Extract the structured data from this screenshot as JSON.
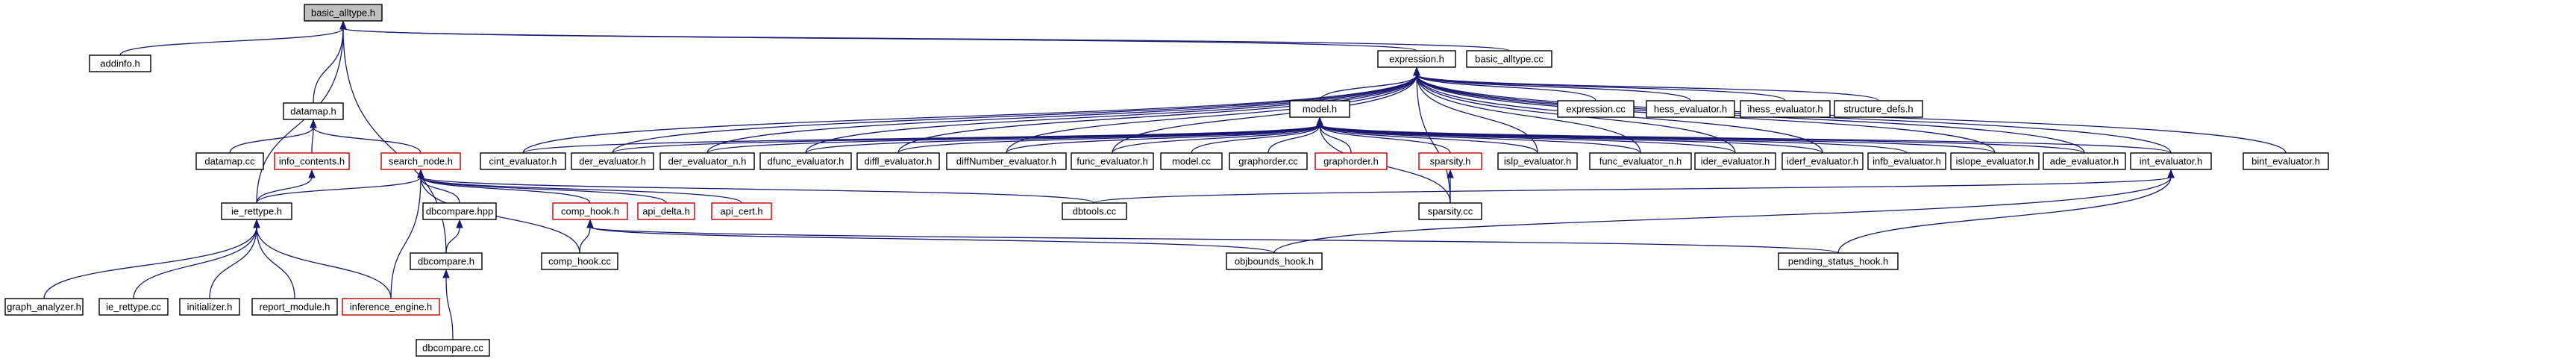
{
  "graph": {
    "colors": {
      "edge": "#191970",
      "node_border": "#000000",
      "node_border_missing": "#bf0000",
      "root_fill": "#bfbfbf"
    },
    "nodes": [
      {
        "id": "basic_alltype_h",
        "label": "basic_alltype.h",
        "style": "root"
      },
      {
        "id": "addinfo_h",
        "label": "addinfo.h"
      },
      {
        "id": "expression_h",
        "label": "expression.h"
      },
      {
        "id": "basic_alltype_cc",
        "label": "basic_alltype.cc"
      },
      {
        "id": "datamap_h",
        "label": "datamap.h"
      },
      {
        "id": "model_h",
        "label": "model.h"
      },
      {
        "id": "expression_cc",
        "label": "expression.cc"
      },
      {
        "id": "hess_evaluator_h",
        "label": "hess_evaluator.h"
      },
      {
        "id": "ihess_evaluator_h",
        "label": "ihess_evaluator.h"
      },
      {
        "id": "structure_defs_h",
        "label": "structure_defs.h"
      },
      {
        "id": "datamap_cc",
        "label": "datamap.cc"
      },
      {
        "id": "info_contents_h",
        "label": "info_contents.h",
        "style": "red"
      },
      {
        "id": "search_node_h",
        "label": "search_node.h",
        "style": "red"
      },
      {
        "id": "cint_evaluator_h",
        "label": "cint_evaluator.h"
      },
      {
        "id": "der_evaluator_h",
        "label": "der_evaluator.h"
      },
      {
        "id": "der_evaluator_n_h",
        "label": "der_evaluator_n.h"
      },
      {
        "id": "dfunc_evaluator_h",
        "label": "dfunc_evaluator.h"
      },
      {
        "id": "diffl_evaluator_h",
        "label": "diffl_evaluator.h"
      },
      {
        "id": "diffNumber_evaluator_h",
        "label": "diffNumber_evaluator.h"
      },
      {
        "id": "func_evaluator_h",
        "label": "func_evaluator.h"
      },
      {
        "id": "model_cc",
        "label": "model.cc"
      },
      {
        "id": "graphorder_cc",
        "label": "graphorder.cc"
      },
      {
        "id": "graphorder_h",
        "label": "graphorder.h",
        "style": "red"
      },
      {
        "id": "sparsity_h",
        "label": "sparsity.h",
        "style": "red"
      },
      {
        "id": "islp_evaluator_h",
        "label": "islp_evaluator.h"
      },
      {
        "id": "func_evaluator_n_h",
        "label": "func_evaluator_n.h"
      },
      {
        "id": "ider_evaluator_h",
        "label": "ider_evaluator.h"
      },
      {
        "id": "iderf_evaluator_h",
        "label": "iderf_evaluator.h"
      },
      {
        "id": "infb_evaluator_h",
        "label": "infb_evaluator.h"
      },
      {
        "id": "islope_evaluator_h",
        "label": "islope_evaluator.h"
      },
      {
        "id": "ade_evaluator_h",
        "label": "ade_evaluator.h"
      },
      {
        "id": "int_evaluator_h",
        "label": "int_evaluator.h"
      },
      {
        "id": "bint_evaluator_h",
        "label": "bint_evaluator.h"
      },
      {
        "id": "dbcompare_hpp",
        "label": "dbcompare.hpp"
      },
      {
        "id": "comp_hook_h",
        "label": "comp_hook.h",
        "style": "red"
      },
      {
        "id": "api_delta_h",
        "label": "api_delta.h",
        "style": "red"
      },
      {
        "id": "api_cert_h",
        "label": "api_cert.h",
        "style": "red"
      },
      {
        "id": "dbtools_cc",
        "label": "dbtools.cc"
      },
      {
        "id": "sparsity_cc",
        "label": "sparsity.cc"
      },
      {
        "id": "ie_rettype_h",
        "label": "ie_rettype.h"
      },
      {
        "id": "comp_hook_cc",
        "label": "comp_hook.cc"
      },
      {
        "id": "dbcompare_h",
        "label": "dbcompare.h"
      },
      {
        "id": "objbounds_hook_h",
        "label": "objbounds_hook.h"
      },
      {
        "id": "pending_status_hook_h",
        "label": "pending_status_hook.h"
      },
      {
        "id": "graph_analyzer_h",
        "label": "graph_analyzer.h"
      },
      {
        "id": "ie_rettype_cc",
        "label": "ie_rettype.cc"
      },
      {
        "id": "initializer_h",
        "label": "initializer.h"
      },
      {
        "id": "report_module_h",
        "label": "report_module.h"
      },
      {
        "id": "inference_engine_h",
        "label": "inference_engine.h",
        "style": "red"
      },
      {
        "id": "dbcompare_cc",
        "label": "dbcompare.cc"
      }
    ],
    "edges": [
      [
        "addinfo_h",
        "basic_alltype_h"
      ],
      [
        "expression_h",
        "basic_alltype_h"
      ],
      [
        "basic_alltype_cc",
        "basic_alltype_h"
      ],
      [
        "datamap_h",
        "basic_alltype_h"
      ],
      [
        "ie_rettype_h",
        "basic_alltype_h"
      ],
      [
        "dbcompare_h",
        "basic_alltype_h"
      ],
      [
        "model_h",
        "expression_h"
      ],
      [
        "expression_cc",
        "expression_h"
      ],
      [
        "hess_evaluator_h",
        "expression_h"
      ],
      [
        "ihess_evaluator_h",
        "expression_h"
      ],
      [
        "structure_defs_h",
        "expression_h"
      ],
      [
        "cint_evaluator_h",
        "expression_h"
      ],
      [
        "der_evaluator_h",
        "expression_h"
      ],
      [
        "der_evaluator_n_h",
        "expression_h"
      ],
      [
        "dfunc_evaluator_h",
        "expression_h"
      ],
      [
        "diffl_evaluator_h",
        "expression_h"
      ],
      [
        "diffNumber_evaluator_h",
        "expression_h"
      ],
      [
        "func_evaluator_h",
        "expression_h"
      ],
      [
        "islp_evaluator_h",
        "expression_h"
      ],
      [
        "func_evaluator_n_h",
        "expression_h"
      ],
      [
        "ider_evaluator_h",
        "expression_h"
      ],
      [
        "iderf_evaluator_h",
        "expression_h"
      ],
      [
        "islope_evaluator_h",
        "expression_h"
      ],
      [
        "ade_evaluator_h",
        "expression_h"
      ],
      [
        "int_evaluator_h",
        "expression_h"
      ],
      [
        "bint_evaluator_h",
        "expression_h"
      ],
      [
        "sparsity_cc",
        "expression_h"
      ],
      [
        "datamap_cc",
        "datamap_h"
      ],
      [
        "info_contents_h",
        "datamap_h"
      ],
      [
        "search_node_h",
        "datamap_h"
      ],
      [
        "cint_evaluator_h",
        "model_h"
      ],
      [
        "der_evaluator_h",
        "model_h"
      ],
      [
        "der_evaluator_n_h",
        "model_h"
      ],
      [
        "dfunc_evaluator_h",
        "model_h"
      ],
      [
        "diffl_evaluator_h",
        "model_h"
      ],
      [
        "diffNumber_evaluator_h",
        "model_h"
      ],
      [
        "func_evaluator_h",
        "model_h"
      ],
      [
        "model_cc",
        "model_h"
      ],
      [
        "graphorder_cc",
        "model_h"
      ],
      [
        "graphorder_h",
        "model_h"
      ],
      [
        "sparsity_h",
        "model_h"
      ],
      [
        "islp_evaluator_h",
        "model_h"
      ],
      [
        "func_evaluator_n_h",
        "model_h"
      ],
      [
        "ider_evaluator_h",
        "model_h"
      ],
      [
        "iderf_evaluator_h",
        "model_h"
      ],
      [
        "infb_evaluator_h",
        "model_h"
      ],
      [
        "islope_evaluator_h",
        "model_h"
      ],
      [
        "ade_evaluator_h",
        "model_h"
      ],
      [
        "int_evaluator_h",
        "model_h"
      ],
      [
        "sparsity_cc",
        "model_h"
      ],
      [
        "ie_rettype_h",
        "info_contents_h"
      ],
      [
        "ie_rettype_h",
        "search_node_h"
      ],
      [
        "dbcompare_hpp",
        "search_node_h"
      ],
      [
        "comp_hook_h",
        "search_node_h"
      ],
      [
        "api_delta_h",
        "search_node_h"
      ],
      [
        "api_cert_h",
        "search_node_h"
      ],
      [
        "dbtools_cc",
        "search_node_h"
      ],
      [
        "inference_engine_h",
        "search_node_h"
      ],
      [
        "comp_hook_cc",
        "search_node_h"
      ],
      [
        "sparsity_cc",
        "sparsity_h"
      ],
      [
        "dbtools_cc",
        "int_evaluator_h"
      ],
      [
        "objbounds_hook_h",
        "int_evaluator_h"
      ],
      [
        "pending_status_hook_h",
        "int_evaluator_h"
      ],
      [
        "comp_hook_cc",
        "comp_hook_h"
      ],
      [
        "objbounds_hook_h",
        "comp_hook_h"
      ],
      [
        "pending_status_hook_h",
        "comp_hook_h"
      ],
      [
        "dbcompare_h",
        "dbcompare_hpp"
      ],
      [
        "graph_analyzer_h",
        "ie_rettype_h"
      ],
      [
        "ie_rettype_cc",
        "ie_rettype_h"
      ],
      [
        "initializer_h",
        "ie_rettype_h"
      ],
      [
        "report_module_h",
        "ie_rettype_h"
      ],
      [
        "inference_engine_h",
        "ie_rettype_h"
      ],
      [
        "dbcompare_cc",
        "dbcompare_h"
      ]
    ]
  }
}
